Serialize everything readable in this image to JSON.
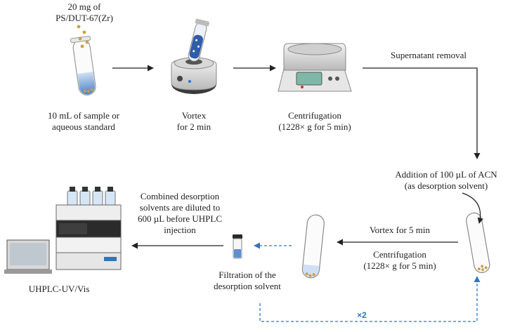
{
  "figure": {
    "reagent_label": [
      "20 mg of",
      "PS/DUT-67(Zr)"
    ],
    "sample_label": [
      "10 mL of sample or",
      "aqueous standard"
    ],
    "vortex_label": [
      "Vortex",
      "for 2 min"
    ],
    "centrifugation_label": [
      "Centrifugation",
      "(1228× g for 5 min)"
    ],
    "supernatant_label": "Supernatant removal",
    "acn_label": [
      "Addition of 100 µL of ACN",
      "(as desorption solvent)"
    ],
    "vortex2_label": "Vortex for 5 min",
    "centrifugation2_label": [
      "Centrifugation",
      "(1228× g for 5 min)"
    ],
    "filtration_label": [
      "Filtration of the",
      "desorption solvent"
    ],
    "combined_label": [
      "Combined desorption",
      "solvents are diluted to",
      "600 µL before UHPLC",
      "injection"
    ],
    "uhplc_label": "UHPLC-UV/Vis",
    "repeat_label": "×2"
  },
  "colors": {
    "arrow": "#222222",
    "dashed": "#2f74c0",
    "liquid": "#5b8fd0",
    "particles": "#c9a04a"
  }
}
